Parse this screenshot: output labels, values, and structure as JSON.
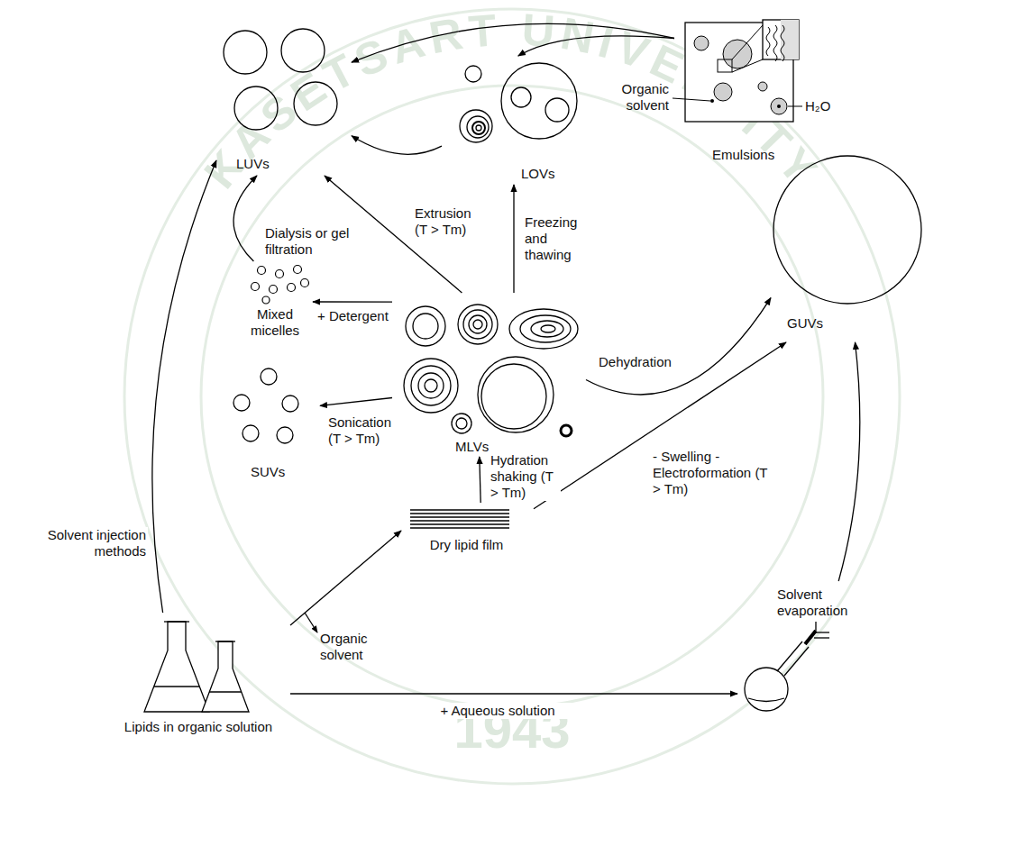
{
  "diagram": {
    "nodes": [
      {
        "text": [
          "LUVs"
        ]
      },
      {
        "text": [
          "LOVs"
        ]
      },
      {
        "text": [
          "Emulsions"
        ]
      },
      {
        "text": [
          "MLVs"
        ]
      },
      {
        "text": [
          "Mixed micelles"
        ]
      },
      {
        "text": [
          "SUVs"
        ]
      },
      {
        "text": [
          "GUVs"
        ]
      },
      {
        "text": [
          "Dry lipid film"
        ]
      },
      {
        "text": [
          "Lipids in organic solution"
        ]
      },
      {
        "text": [
          "Solvent evaporation"
        ]
      }
    ],
    "edges": [
      {
        "from": 2,
        "to": 0,
        "arrow": "to"
      },
      {
        "from": 2,
        "to": 1,
        "arrow": "to"
      },
      {
        "from": 3,
        "to": 1,
        "label": "Freezing and thawing",
        "arrow": "to"
      },
      {
        "from": 3,
        "to": 0,
        "label": "Extrusion (T > Tm)",
        "arrow": "to"
      },
      {
        "from": 1,
        "to": 0,
        "arrow": "to"
      },
      {
        "from": 3,
        "to": 4,
        "label": "+ Detergent",
        "arrow": "to"
      },
      {
        "from": 4,
        "to": 0,
        "label": "Dialysis or gel filtration",
        "arrow": "to"
      },
      {
        "from": 3,
        "to": 5,
        "label": "Sonication (T > Tm)",
        "arrow": "to"
      },
      {
        "from": 3,
        "to": 6,
        "label": "Dehydration",
        "arrow": "to"
      },
      {
        "from": 7,
        "to": 3,
        "label": "Hydration shaking (T > Tm)",
        "arrow": "to"
      },
      {
        "from": 7,
        "to": 6,
        "label": "- Swelling - Electroformation (T > Tm)",
        "arrow": "to"
      },
      {
        "from": 8,
        "to": 0,
        "label": "Solvent injection methods",
        "arrow": "to"
      },
      {
        "from": 8,
        "to": 7,
        "arrow": "to"
      },
      {
        "from": 8,
        "to": 9,
        "label": "+ Aqueous solution",
        "arrow": "to"
      },
      {
        "from": 9,
        "to": 6,
        "arrow": "to"
      }
    ],
    "labels": [
      "Organic solvent",
      "H₂O",
      "Organic solvent",
      "KASETSART UNIVERSITY",
      "1943"
    ]
  }
}
